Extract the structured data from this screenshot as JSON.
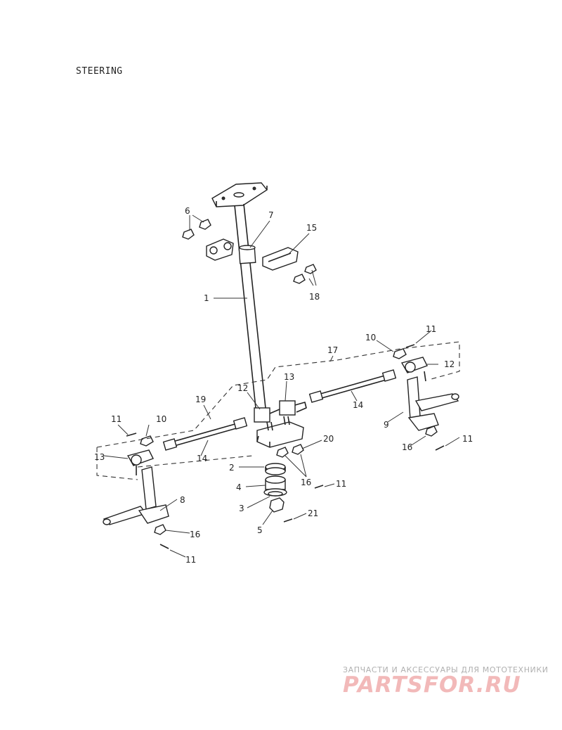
{
  "title": "STEERING",
  "callouts": [
    {
      "id": "c1",
      "text": "1"
    },
    {
      "id": "c2",
      "text": "2"
    },
    {
      "id": "c3",
      "text": "3"
    },
    {
      "id": "c4",
      "text": "4"
    },
    {
      "id": "c5",
      "text": "5"
    },
    {
      "id": "c6",
      "text": "6"
    },
    {
      "id": "c7",
      "text": "7"
    },
    {
      "id": "c8",
      "text": "8"
    },
    {
      "id": "c9",
      "text": "9"
    },
    {
      "id": "c10a",
      "text": "10"
    },
    {
      "id": "c10b",
      "text": "10"
    },
    {
      "id": "c11a",
      "text": "11"
    },
    {
      "id": "c11b",
      "text": "11"
    },
    {
      "id": "c11c",
      "text": "11"
    },
    {
      "id": "c11d",
      "text": "11"
    },
    {
      "id": "c11e",
      "text": "11"
    },
    {
      "id": "c12a",
      "text": "12"
    },
    {
      "id": "c12b",
      "text": "12"
    },
    {
      "id": "c13a",
      "text": "13"
    },
    {
      "id": "c13b",
      "text": "13"
    },
    {
      "id": "c14a",
      "text": "14"
    },
    {
      "id": "c14b",
      "text": "14"
    },
    {
      "id": "c15",
      "text": "15"
    },
    {
      "id": "c16a",
      "text": "16"
    },
    {
      "id": "c16b",
      "text": "16"
    },
    {
      "id": "c16c",
      "text": "16"
    },
    {
      "id": "c17",
      "text": "17"
    },
    {
      "id": "c18",
      "text": "18"
    },
    {
      "id": "c19",
      "text": "19"
    },
    {
      "id": "c20",
      "text": "20"
    },
    {
      "id": "c21",
      "text": "21"
    }
  ],
  "watermark": {
    "caption": "ЗАПЧАСТИ И АКСЕССУАРЫ ДЛЯ МОТОТЕХНИКИ",
    "logo": "PARTSFOR.RU"
  }
}
